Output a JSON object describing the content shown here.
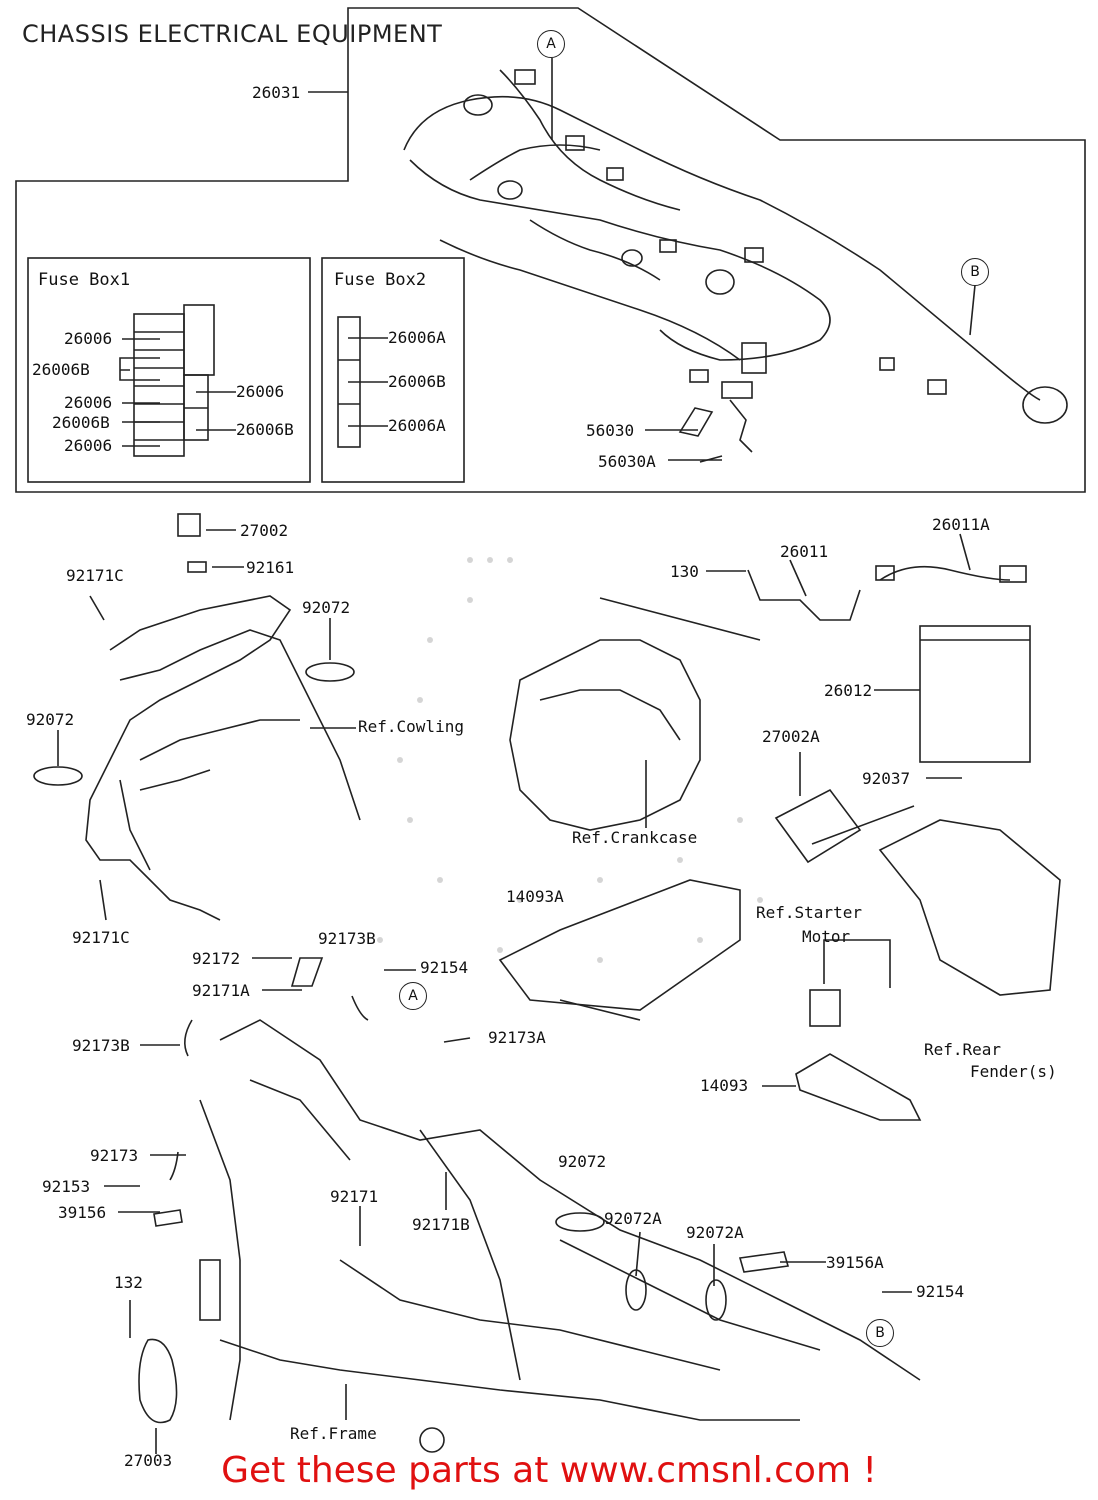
{
  "title": "CHASSIS ELECTRICAL EQUIPMENT",
  "fuse_box1": {
    "title": "Fuse Box1",
    "labels": [
      "26006",
      "26006B",
      "26006",
      "26006B",
      "26006",
      "26006",
      "26006B"
    ]
  },
  "fuse_box2": {
    "title": "Fuse Box2",
    "labels": [
      "26006A",
      "26006B",
      "26006A"
    ]
  },
  "callouts": {
    "a": "A",
    "b": "B"
  },
  "parts": {
    "p26031": "26031",
    "p56030": "56030",
    "p56030a": "56030A",
    "p27002": "27002",
    "p92161": "92161",
    "p92171c_top": "92171C",
    "p92072_a": "92072",
    "p92072_b": "92072",
    "ref_cowling": "Ref.Cowling",
    "p92171c_bot": "92171C",
    "p130": "130",
    "p26011": "26011",
    "p26011a": "26011A",
    "p26012": "26012",
    "p27002a": "27002A",
    "p92037": "92037",
    "ref_crankcase": "Ref.Crankcase",
    "p14093a": "14093A",
    "ref_starter_1": "Ref.Starter",
    "ref_starter_2": "Motor",
    "p92173b_top": "92173B",
    "p92172": "92172",
    "p92154_top": "92154",
    "p92171a": "92171A",
    "p92173b": "92173B",
    "p92173a": "92173A",
    "ref_rear_1": "Ref.Rear",
    "ref_rear_2": "Fender(s)",
    "p14093": "14093",
    "p92173": "92173",
    "p92153": "92153",
    "p39156": "39156",
    "p92171": "92171",
    "p92171b": "92171B",
    "p92072_c": "92072",
    "p92072a_1": "92072A",
    "p92072a_2": "92072A",
    "p39156a": "39156A",
    "p92154_bot": "92154",
    "p132": "132",
    "ref_frame": "Ref.Frame",
    "p27003": "27003"
  },
  "footer": "Get these parts at www.cmsnl.com !",
  "colors": {
    "footer": "#e01010",
    "line": "#222222"
  }
}
